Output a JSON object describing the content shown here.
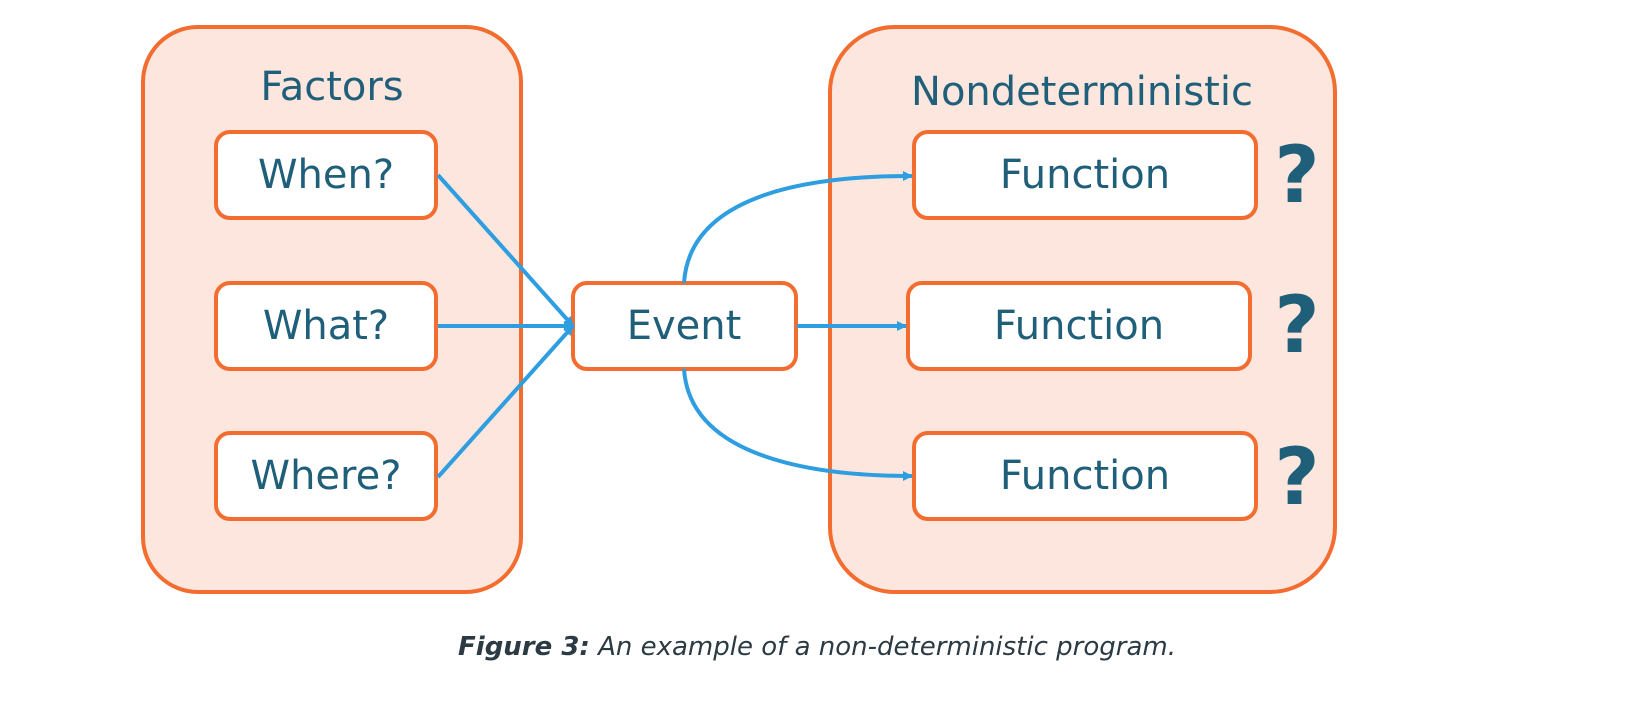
{
  "colors": {
    "group_fill": "#fde6dd",
    "border": "#f26d2f",
    "text": "#1f5f7a",
    "arrow": "#2e9ee0"
  },
  "groups": {
    "factors": {
      "title": "Factors"
    },
    "nondeterministic": {
      "title": "Nondeterministic"
    }
  },
  "factors": [
    {
      "label": "When?"
    },
    {
      "label": "What?"
    },
    {
      "label": "Where?"
    }
  ],
  "event": {
    "label": "Event"
  },
  "functions": [
    {
      "label": "Function",
      "mark": "?"
    },
    {
      "label": "Function",
      "mark": "?"
    },
    {
      "label": "Function",
      "mark": "?"
    }
  ],
  "caption": {
    "label": "Figure 3:",
    "text": "An example of a non-deterministic program."
  }
}
